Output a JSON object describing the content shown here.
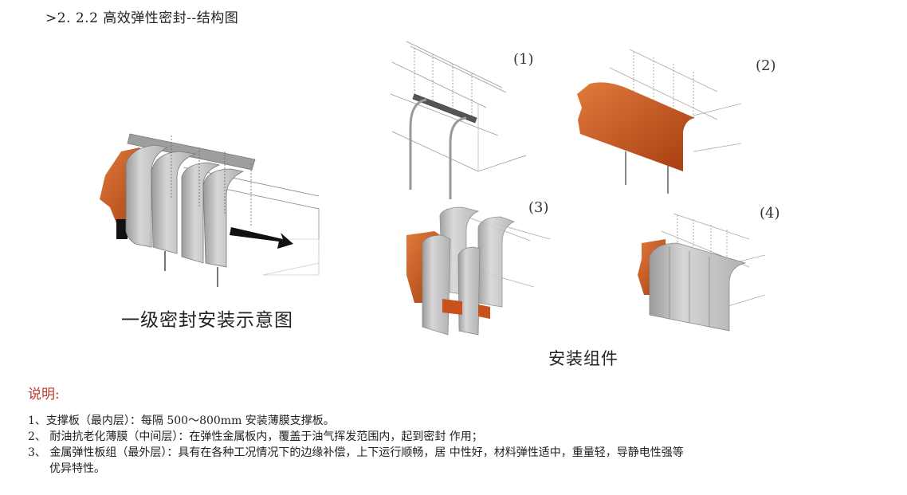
{
  "header": {
    "title": ">2. 2.2 高效弹性密封--结构图"
  },
  "figures": {
    "main_caption": "一级密封安装示意图",
    "kit_caption": "安装组件",
    "panels": [
      {
        "label": "(1)"
      },
      {
        "label": "(2)"
      },
      {
        "label": "(3)"
      },
      {
        "label": "(4)"
      }
    ]
  },
  "notes": {
    "heading": "说明:",
    "items": [
      "1、支撑板（最内层）：每隔 500～800mm 安装薄膜支撑板。",
      "2、  耐油抗老化薄膜（中间层）：在弹性金属板内，覆盖于油气挥发范围内，起到密封  作用；",
      "3、  金属弹性板组（最外层）：具有在各种工况情况下的边缘补偿，上下运行顺畅，居    中性好，材料弹性适中，重量轻，导静电性强等",
      "优异特性。"
    ]
  },
  "colors": {
    "membrane": "#c8521e",
    "metal": "#b8b8b8",
    "notes_heading": "#c0392b"
  }
}
